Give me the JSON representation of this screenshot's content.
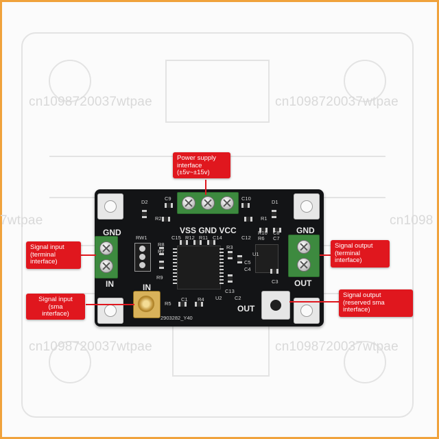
{
  "watermark": "cn1098720037wtpae",
  "watermark_partial_left": "7wtpae",
  "watermark_partial_right": "cn1098",
  "board": {
    "labels": {
      "top_rails": "VSS GND VCC",
      "left_gnd": "GND",
      "right_gnd": "GND",
      "in_label": "IN",
      "out_label": "OUT",
      "sma_in": "IN",
      "sma_out": "OUT",
      "part_number": "2903282_Y40",
      "pot_ref": "RW1"
    },
    "refs": [
      "D2",
      "C9",
      "C10",
      "D1",
      "R2",
      "R1",
      "C15",
      "R12",
      "R11",
      "C14",
      "R3",
      "C12",
      "R10",
      "C8",
      "R8",
      "R7",
      "R6",
      "C7",
      "C5",
      "C4",
      "R9",
      "C13",
      "C2",
      "U2",
      "C3",
      "C1",
      "R4",
      "R5",
      "U1"
    ]
  },
  "callouts": {
    "power": [
      "Power supply",
      "interface",
      "(±5v~±15v)"
    ],
    "signal_input_terminal": [
      "Signal input",
      "(terminal",
      "interface)"
    ],
    "signal_input_sma": [
      "Signal input",
      "(sma",
      "interface)"
    ],
    "signal_output_terminal": [
      "Signal output",
      "(terminal",
      "interface)"
    ],
    "signal_output_sma": [
      "Signal output",
      "(reserved sma",
      "interface)"
    ]
  },
  "colors": {
    "border": "#f0a23c",
    "callout": "#e0171e",
    "pcb": "#131416",
    "terminal": "#3d8a3f"
  }
}
